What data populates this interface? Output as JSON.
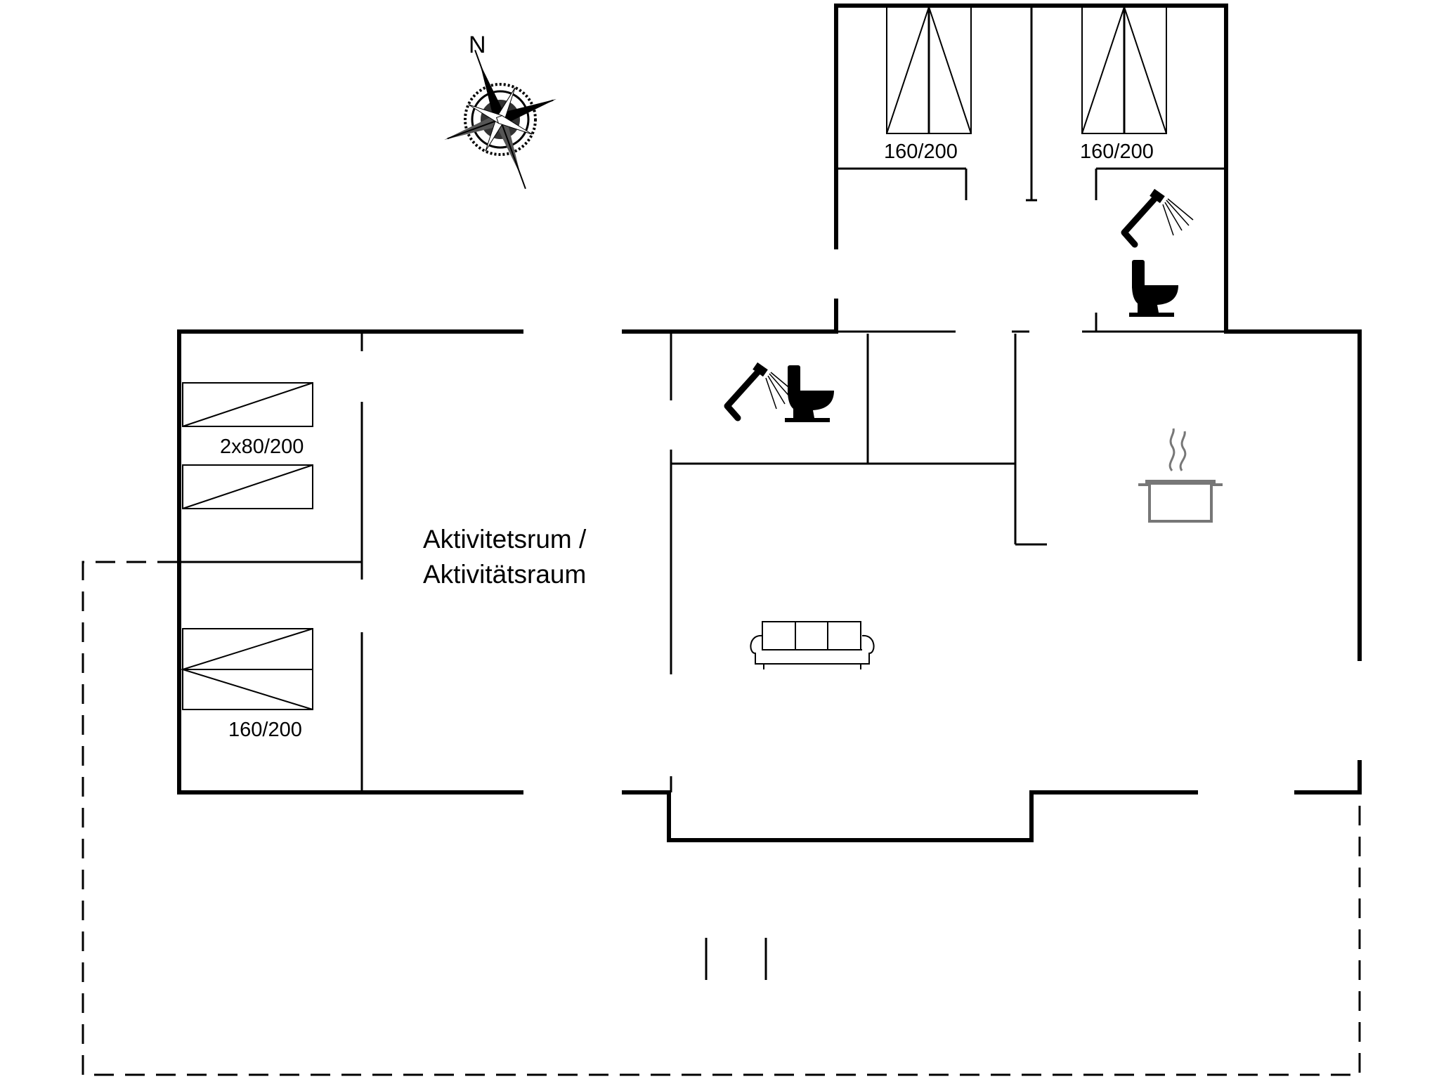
{
  "compass": {
    "north": "N",
    "icon": "compass-rose-icon"
  },
  "beds": {
    "top_left": "160/200",
    "top_right": "160/200",
    "left_twin": "2x80/200",
    "left_double": "160/200"
  },
  "rooms": {
    "activity_line1": "Aktivitetsrum /",
    "activity_line2": "Aktivitätsraum"
  },
  "icons": [
    "shower-icon",
    "toilet-icon",
    "cooking-pot-icon",
    "sofa-icon",
    "compass-rose-icon"
  ]
}
